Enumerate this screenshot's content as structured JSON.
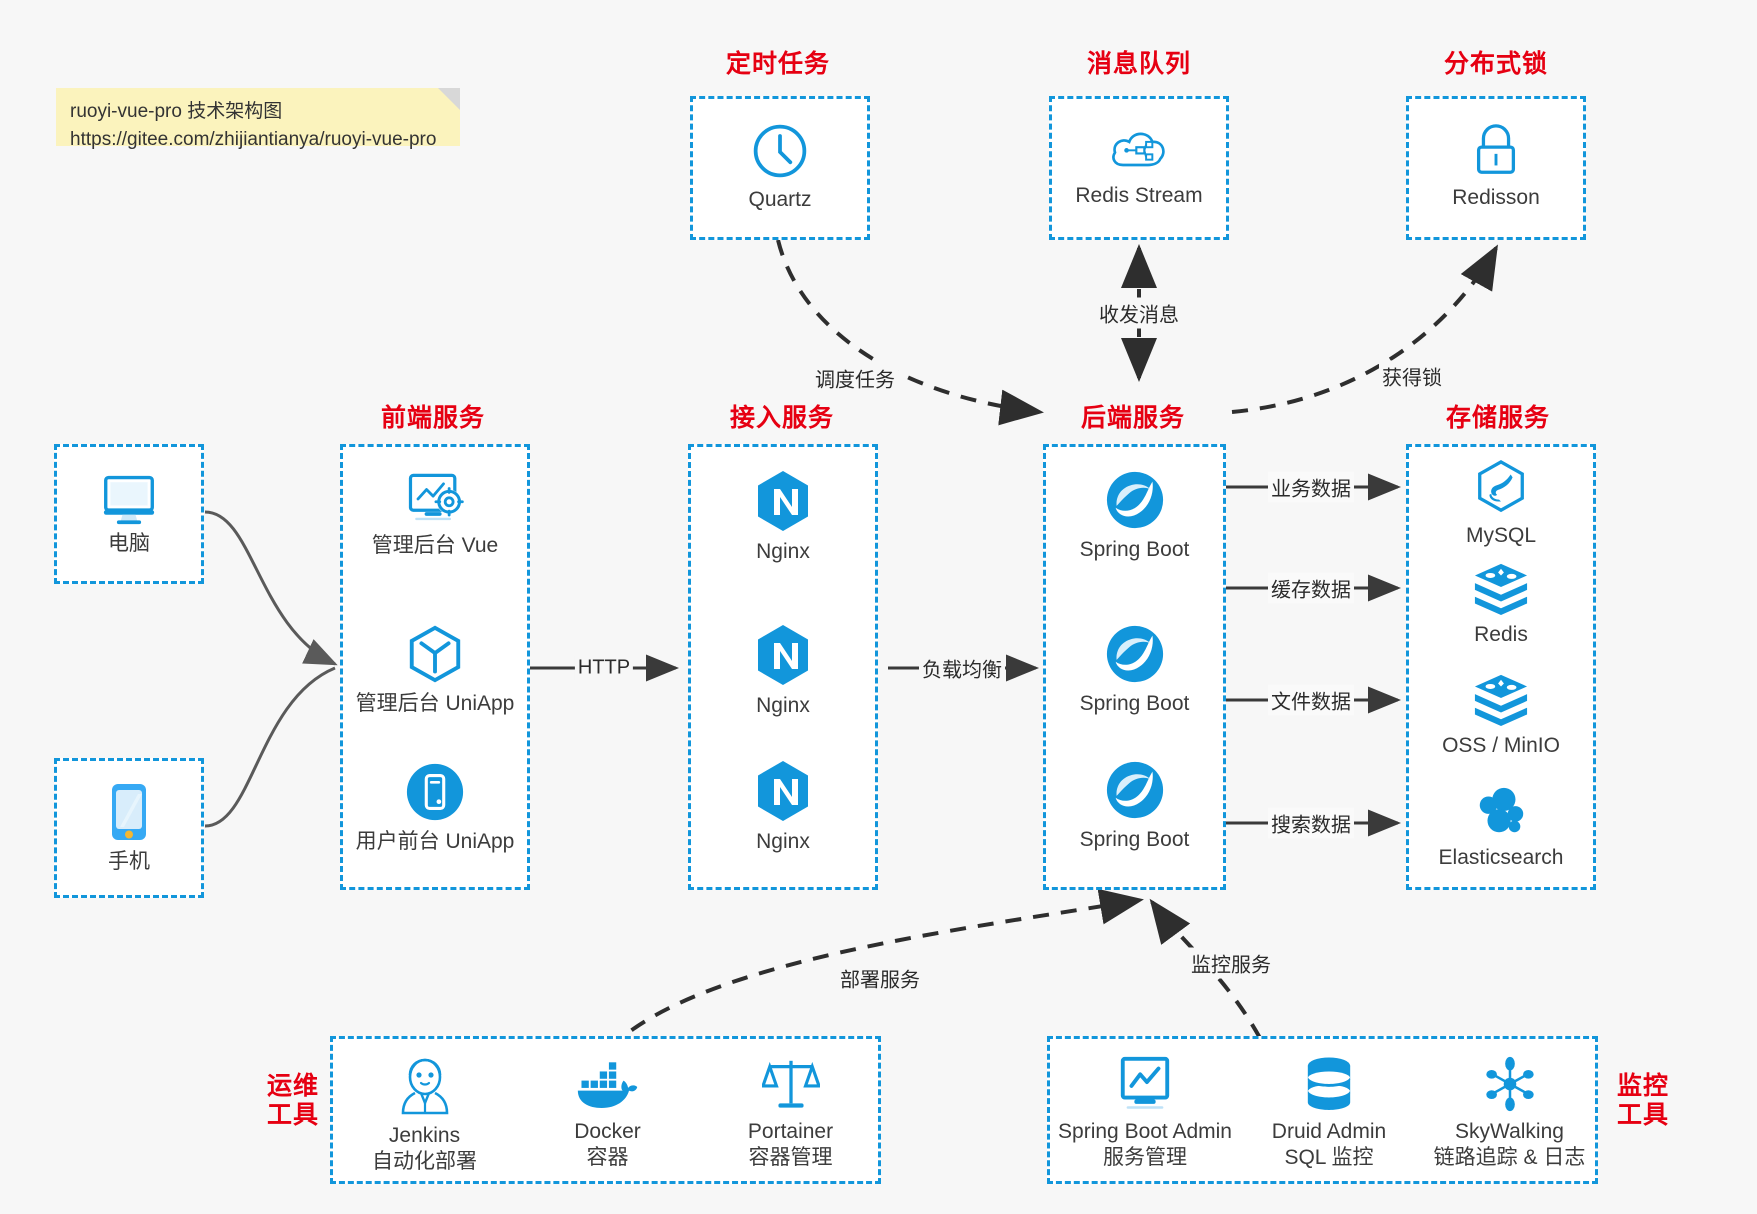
{
  "note": {
    "line1": "ruoyi-vue-pro 技术架构图",
    "line2": "https://gitee.com/zhijiantianya/ruoyi-vue-pro"
  },
  "colors": {
    "accent_blue": "#1296db",
    "group_label_red": "#e60012",
    "caption_gray": "#3c3c3c",
    "note_yellow": "#fbf3bd",
    "canvas": "#f7f7f7",
    "edge_dark": "#333333",
    "solid_arrow": "#3a3a3a"
  },
  "groups": {
    "scheduler": {
      "label": "定时任务"
    },
    "mq": {
      "label": "消息队列"
    },
    "lock": {
      "label": "分布式锁"
    },
    "frontend": {
      "label": "前端服务"
    },
    "gateway": {
      "label": "接入服务"
    },
    "backend": {
      "label": "后端服务"
    },
    "storage": {
      "label": "存储服务"
    },
    "devops": {
      "label": "运维\n工具",
      "line1": "运维",
      "line2": "工具"
    },
    "monitor": {
      "label": "监控\n工具",
      "line1": "监控",
      "line2": "工具"
    }
  },
  "nodes": {
    "quartz": {
      "label": "Quartz",
      "icon": "clock-icon"
    },
    "redis_stream": {
      "label": "Redis Stream",
      "icon": "cloud-network-icon"
    },
    "redisson": {
      "label": "Redisson",
      "icon": "lock-icon"
    },
    "computer": {
      "label": "电脑",
      "icon": "monitor-icon"
    },
    "phone": {
      "label": "手机",
      "icon": "smartphone-icon"
    },
    "admin_vue": {
      "label": "管理后台 Vue",
      "icon": "dashboard-gear-icon"
    },
    "admin_uniapp": {
      "label": "管理后台 UniApp",
      "icon": "hexagon-cube-icon"
    },
    "user_uniapp": {
      "label": "用户前台 UniApp",
      "icon": "mobile-app-icon"
    },
    "nginx1": {
      "label": "Nginx",
      "icon": "nginx-icon"
    },
    "nginx2": {
      "label": "Nginx",
      "icon": "nginx-icon"
    },
    "nginx3": {
      "label": "Nginx",
      "icon": "nginx-icon"
    },
    "spring1": {
      "label": "Spring Boot",
      "icon": "spring-leaf-icon"
    },
    "spring2": {
      "label": "Spring Boot",
      "icon": "spring-leaf-icon"
    },
    "spring3": {
      "label": "Spring Boot",
      "icon": "spring-leaf-icon"
    },
    "mysql": {
      "label": "MySQL",
      "icon": "mysql-dolphin-icon"
    },
    "redis": {
      "label": "Redis",
      "icon": "redis-stack-icon"
    },
    "oss": {
      "label": "OSS / MinIO",
      "icon": "redis-stack-icon"
    },
    "elasticsearch": {
      "label": "Elasticsearch",
      "icon": "elasticsearch-icon"
    },
    "jenkins": {
      "label": "Jenkins",
      "sub": "自动化部署",
      "icon": "jenkins-butler-icon"
    },
    "docker": {
      "label": "Docker",
      "sub": "容器",
      "icon": "docker-whale-icon"
    },
    "portainer": {
      "label": "Portainer",
      "sub": "容器管理",
      "icon": "scales-icon"
    },
    "sba": {
      "label": "Spring Boot Admin",
      "sub": "服务管理",
      "icon": "monitor-chart-icon"
    },
    "druid": {
      "label": "Druid Admin",
      "sub": "SQL 监控",
      "icon": "database-icon"
    },
    "skywalking": {
      "label": "SkyWalking",
      "sub": "链路追踪 & 日志",
      "icon": "network-node-icon"
    }
  },
  "edges": {
    "schedule_task": "调度任务",
    "send_receive_message": "收发消息",
    "acquire_lock": "获得锁",
    "http": "HTTP",
    "load_balance": "负载均衡",
    "business_data": "业务数据",
    "cache_data": "缓存数据",
    "file_data": "文件数据",
    "search_data": "搜索数据",
    "deploy_service": "部署服务",
    "monitor_service": "监控服务"
  }
}
